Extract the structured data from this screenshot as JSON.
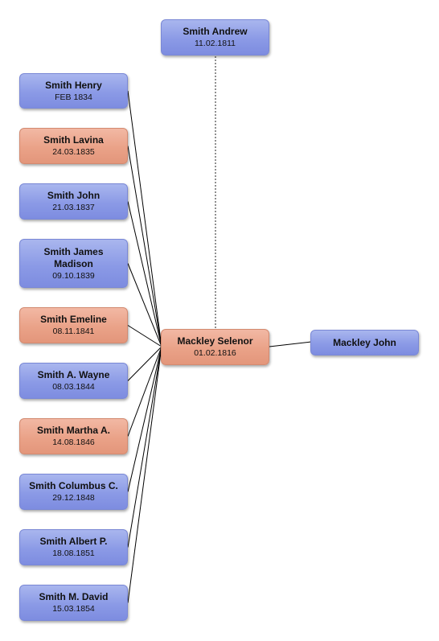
{
  "colors": {
    "male": "#8b9ae6",
    "female": "#eaa288",
    "line": "#000000",
    "dotted_line": "#555555"
  },
  "father": {
    "name": "Smith Andrew",
    "date": "11.02.1811",
    "sex": "male"
  },
  "mother": {
    "name": "Mackley Selenor",
    "date": "01.02.1816",
    "sex": "female"
  },
  "mother_father": {
    "name": "Mackley John",
    "date": "",
    "sex": "male"
  },
  "children": [
    {
      "name": "Smith Henry",
      "date": "FEB 1834",
      "sex": "male"
    },
    {
      "name": "Smith Lavina",
      "date": "24.03.1835",
      "sex": "female"
    },
    {
      "name": "Smith John",
      "date": "21.03.1837",
      "sex": "male"
    },
    {
      "name": "Smith James Madison",
      "date": "09.10.1839",
      "sex": "male"
    },
    {
      "name": "Smith Emeline",
      "date": "08.11.1841",
      "sex": "female"
    },
    {
      "name": "Smith A. Wayne",
      "date": "08.03.1844",
      "sex": "male"
    },
    {
      "name": "Smith Martha A.",
      "date": "14.08.1846",
      "sex": "female"
    },
    {
      "name": "Smith Columbus C.",
      "date": "29.12.1848",
      "sex": "male"
    },
    {
      "name": "Smith Albert P.",
      "date": "18.08.1851",
      "sex": "male"
    },
    {
      "name": "Smith M. David",
      "date": "15.03.1854",
      "sex": "male"
    }
  ]
}
